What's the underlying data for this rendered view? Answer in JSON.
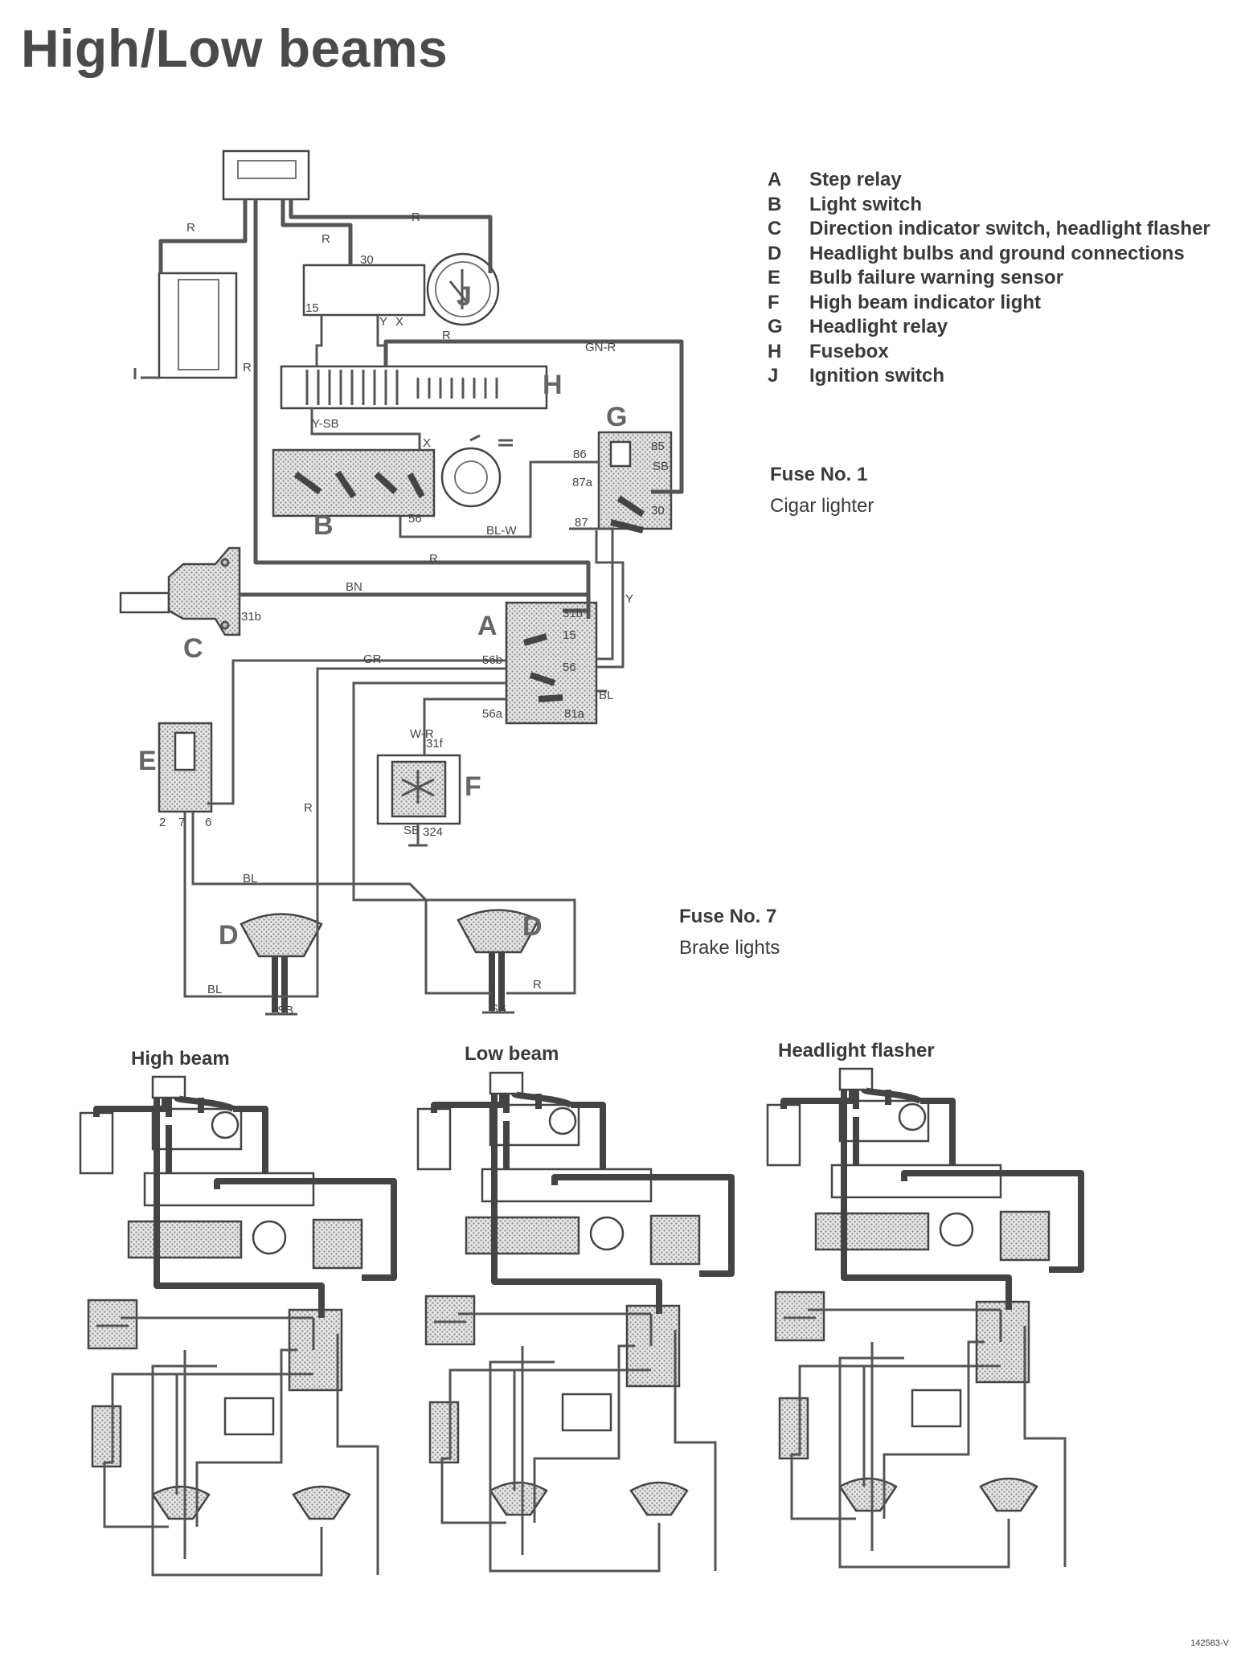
{
  "title": "High/Low beams",
  "legend": [
    {
      "key": "A",
      "text": "Step relay"
    },
    {
      "key": "B",
      "text": "Light switch"
    },
    {
      "key": "C",
      "text": "Direction indicator switch, headlight flasher"
    },
    {
      "key": "D",
      "text": "Headlight bulbs and ground connections"
    },
    {
      "key": "E",
      "text": "Bulb failure warning sensor"
    },
    {
      "key": "F",
      "text": "High beam indicator light"
    },
    {
      "key": "G",
      "text": "Headlight relay"
    },
    {
      "key": "H",
      "text": "Fusebox"
    },
    {
      "key": "J",
      "text": "Ignition switch"
    }
  ],
  "fuse_notes": [
    {
      "title": "Fuse No. 1",
      "text": "Cigar lighter"
    },
    {
      "title": "Fuse No. 7",
      "text": "Brake lights"
    }
  ],
  "component_letters": {
    "A": "A",
    "B": "B",
    "C": "C",
    "D1": "D",
    "D2": "D",
    "E": "E",
    "F": "F",
    "G": "G",
    "H": "H",
    "J": "J"
  },
  "wire_labels": {
    "r1": "R",
    "r2": "R",
    "r3": "R",
    "r4": "R",
    "r5": "R",
    "r6": "R",
    "r7": "R",
    "r8": "R",
    "y1": "Y",
    "y2": "Y",
    "ysb": "Y-SB",
    "gnr": "GN-R",
    "blw": "BL-W",
    "bn": "BN",
    "gr": "GR",
    "wr": "W-R",
    "bl1": "BL",
    "bl2": "BL",
    "bl3": "BL",
    "sb1": "SB",
    "sb2": "SB",
    "sb3": "SB",
    "sb4": "SB"
  },
  "terminal_labels": {
    "t30a": "30",
    "t15": "15",
    "tx": "X",
    "tx2": "X",
    "t56": "56",
    "t86": "86",
    "t85": "85",
    "t87a": "87a",
    "t87": "87",
    "t30b": "30",
    "t31b": "31b",
    "t31bc": "31b",
    "t15a": "15",
    "t56a": "56",
    "t56b": "56b",
    "t56aa": "56a",
    "t81a": "81a",
    "t2": "2",
    "t7": "7",
    "t6": "6",
    "t31f": "31f",
    "t324": "324"
  },
  "mini_titles": [
    "High beam",
    "Low beam",
    "Headlight flasher"
  ],
  "code": "142583-V"
}
